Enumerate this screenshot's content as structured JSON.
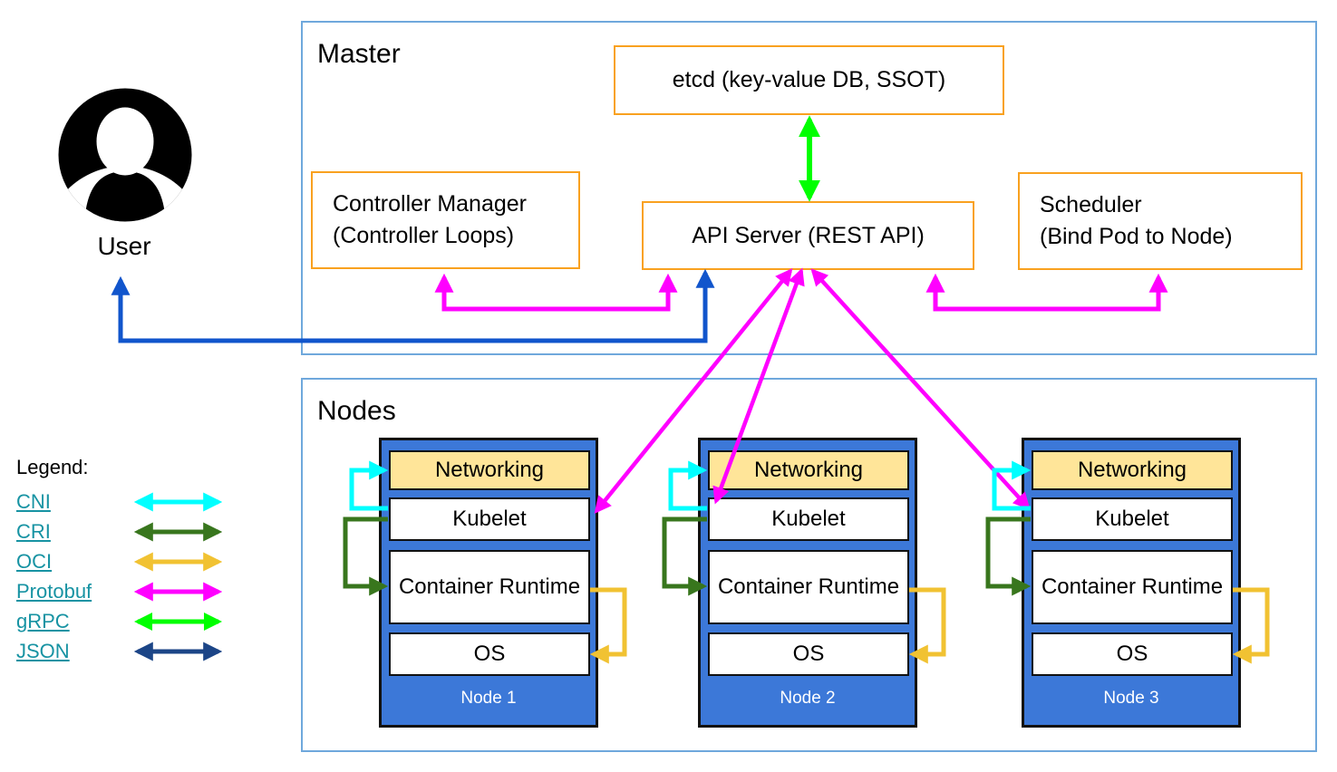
{
  "master": {
    "title": "Master",
    "etcd": "etcd (key-value DB, SSOT)",
    "controller_manager": {
      "line1": "Controller Manager",
      "line2": "(Controller Loops)"
    },
    "api_server": "API Server (REST API)",
    "scheduler": {
      "line1": "Scheduler",
      "line2": "(Bind Pod to Node)"
    }
  },
  "user": {
    "label": "User"
  },
  "nodes": {
    "title": "Nodes",
    "layers": {
      "networking": "Networking",
      "kubelet": "Kubelet",
      "container_runtime": "Container Runtime",
      "os": "OS"
    },
    "items": [
      {
        "label": "Node 1"
      },
      {
        "label": "Node 2"
      },
      {
        "label": "Node 3"
      }
    ]
  },
  "legend": {
    "title": "Legend:",
    "items": [
      {
        "label": "CNI",
        "color": "#00ffff"
      },
      {
        "label": "CRI",
        "color": "#38761d"
      },
      {
        "label": "OCI",
        "color": "#f1c232"
      },
      {
        "label": "Protobuf",
        "color": "#ff00ff"
      },
      {
        "label": "gRPC",
        "color": "#00ff00"
      },
      {
        "label": "JSON",
        "color": "#1c4587"
      }
    ]
  },
  "colors": {
    "frame_border": "#6fa8dc",
    "component_border": "#f9a11f",
    "node_fill": "#3c78d8",
    "networking_fill": "#ffe599",
    "cni": "#00ffff",
    "cri": "#38761d",
    "oci": "#f1c232",
    "protobuf": "#ff00ff",
    "grpc": "#00ff00",
    "json_legend": "#1c4587",
    "user_api_arrow": "#1155cc",
    "link_text": "#1793a3"
  }
}
